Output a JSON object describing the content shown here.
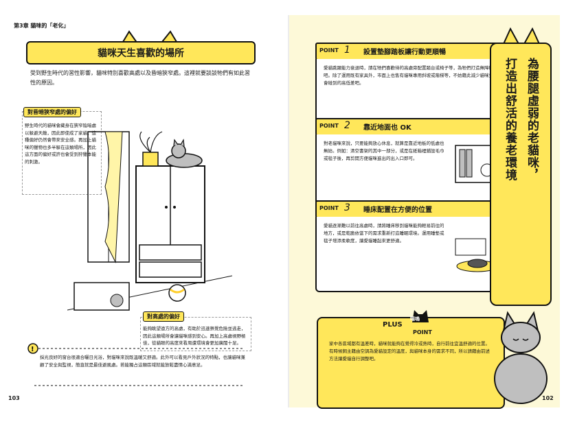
{
  "left_page": {
    "chapter": "第3章 貓咪的「老化」",
    "title": "貓咪天生喜歡的場所",
    "intro": "受到野生時代的習性影響，貓咪特別喜歡高處以及昏暗狹窄處。這裡就要談談牠們有如此習性的原因。",
    "callout_dark": {
      "label": "對昏暗狹窄處的偏好",
      "text": "野生時代的貓咪會藏身在狹窄陰暗處以躲避天敵，因此即使成了家貓，這種偏好仍然會帶來安全感。再加上貓咪的獵物也多半躲在這類場所，因此這方面的偏好或許也會受到狩獵本能的刺激。"
    },
    "callout_high": {
      "label": "對高處的偏好",
      "text": "能夠眺望遠方的高處，有助於迅速察覺危險並逃走，因此這類場所會讓貓咪感到安心。再加上高處視野極佳，從貓眼的高度來看周遭環境會更加廣闊十足。"
    },
    "tip": "採光良好的窗台很適合曬日光浴，對貓咪來說既溫暖又舒適。此外可以看見戶外狀況的特點，也讓貓咪兼顧了安全與監視，簡直就是最佳避風處。若能獨占這類區域就能放鬆盡情心滿意足。",
    "page_number": "103"
  },
  "right_page": {
    "vertical_title": [
      "為腰腿虛弱的老貓咪，",
      "打造出舒活的養老環境"
    ],
    "points": [
      {
        "label": "POINT",
        "num": "1",
        "title": "設置墊腳踏板讓行動更順暢",
        "text": "愛貓跳躍能力衰退時，請在牠們喜歡待的高處旁配置踏台或椅子等，為牠們打造無障礙空間吧。除了運用既有家具外，市面上也售有貓咪專用斜坡或階梯等，不妨藉此減少貓咪生活上會碰到的高低差吧。"
      },
      {
        "label": "POINT",
        "num": "2",
        "title": "靠近地面也 OK",
        "text": "對老貓咪來說，只要能夠放心休息，就算是靠近地板的低處也無妨。例如：清空書架的其中一部分，或是在紙箱裡鋪設毛巾或毯子後，再剪開方便貓咪進出的出入口即可。"
      },
      {
        "label": "POINT",
        "num": "3",
        "title": "睡床配置在方便的位置",
        "text": "愛貓逐漸難以前往高處時，請將睡床移到貓咪能夠輕易前往的地方，或是乾脆依當下的需求重新打造睡眠環境。運用睡墊或毯子增添柔軟度，讓愛貓睡起來更舒適。"
      }
    ],
    "plus_point": {
      "label": "PLUS",
      "badge": "喵嗚",
      "word": "POINT",
      "text": "家中各區域都有溫差時，貓咪就能夠在覺得冷或熱時，自行前往宜溫舒適的位置。有時候飼主藉由空調為愛貓設定的溫度，與貓咪本身的需求不同，所以請藉由前述方法讓愛貓自行調整吧。"
    },
    "page_number": "102"
  },
  "colors": {
    "accent": "#ffe75a",
    "ink": "#111111",
    "paper_right": "#fdf9d8"
  }
}
